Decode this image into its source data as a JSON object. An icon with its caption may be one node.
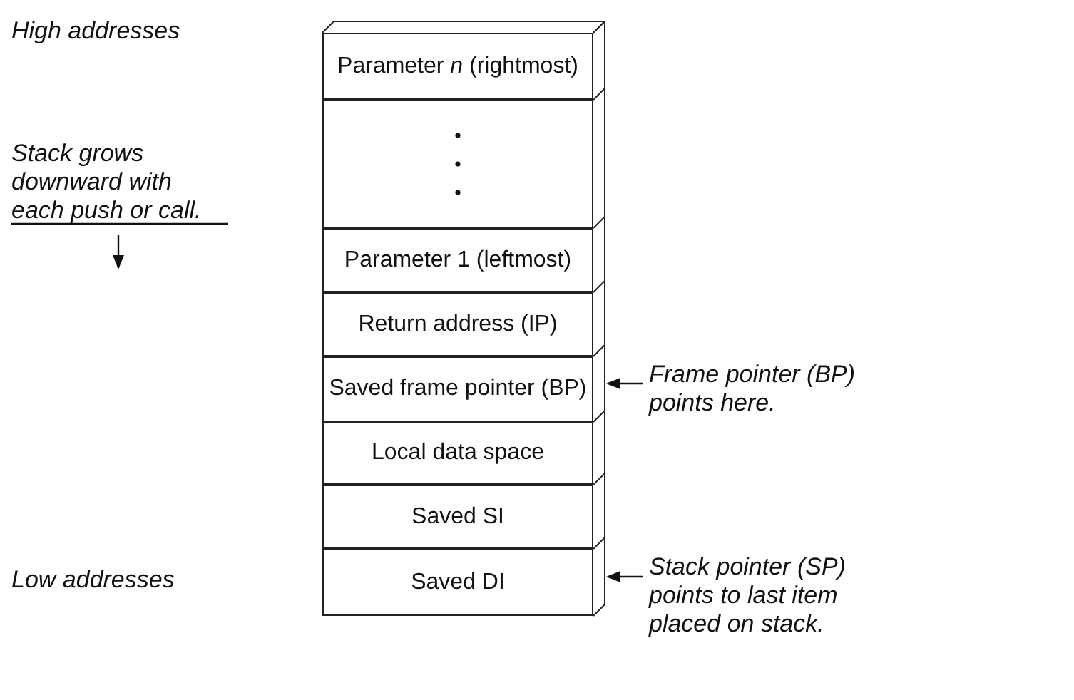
{
  "diagram": {
    "nodes": [
      {
        "text": [
          "Parameter *n* (rightmost)"
        ]
      },
      {
        "text": [],
        "shape": "box"
      },
      {
        "text": [
          "Parameter 1 (leftmost)"
        ]
      },
      {
        "text": [
          "Return address (IP)"
        ]
      },
      {
        "text": [
          "Saved frame pointer (BP)"
        ]
      },
      {
        "text": [
          "Local data space"
        ]
      },
      {
        "text": [
          "Saved SI"
        ]
      },
      {
        "text": [
          "Saved DI"
        ]
      },
      {
        "text": [
          "Frame pointer (BP) points here."
        ]
      },
      {
        "text": [
          "Stack pointer (SP) points to last item placed on stack."
        ]
      }
    ],
    "edges": [
      {
        "from": 8,
        "to": 4,
        "arrow": "to"
      },
      {
        "from": 9,
        "to": 7,
        "arrow": "to"
      }
    ],
    "labels": [
      "High addresses",
      "Stack grows downward with each push or call.",
      "Low addresses"
    ]
  }
}
